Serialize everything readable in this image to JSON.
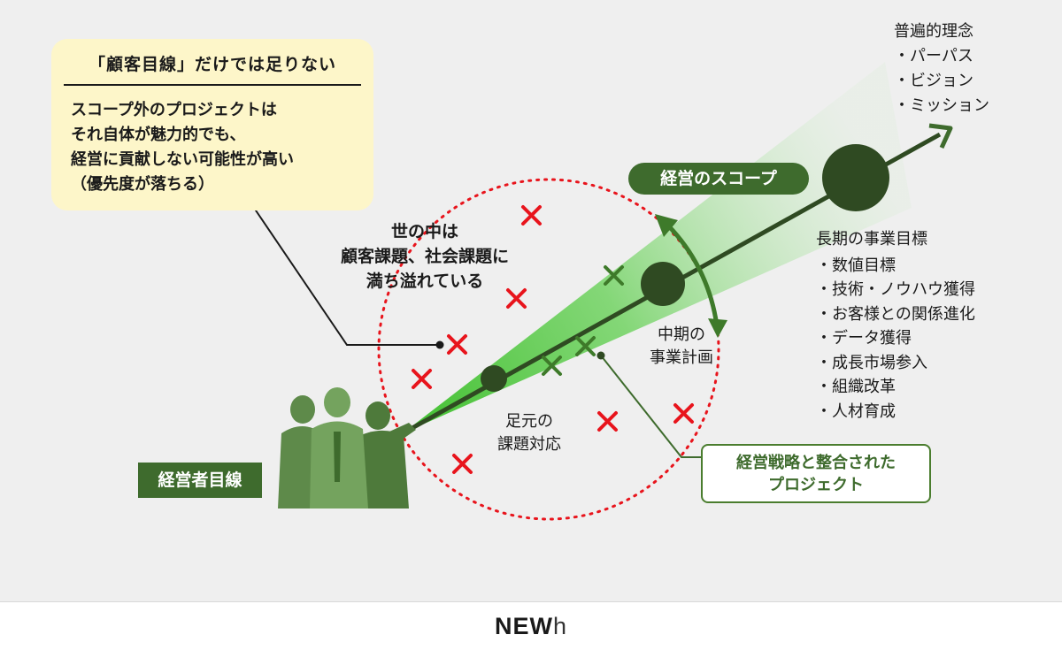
{
  "callout": {
    "title": "「顧客目線」だけでは足りない",
    "lines": [
      "スコープ外のプロジェクトは",
      "それ自体が魅力的でも、",
      "経営に貢献しない可能性が高い",
      "（優先度が落ちる）"
    ]
  },
  "world": {
    "lines": [
      "世の中は",
      "顧客課題、社会課題に",
      "満ち溢れている"
    ]
  },
  "scope_badge": "経営のスコープ",
  "viewpoint_badge": "経営者目線",
  "milestones": {
    "short_term": [
      "足元の",
      "課題対応"
    ],
    "mid_term": [
      "中期の",
      "事業計画"
    ],
    "long_term_title": "長期の事業目標",
    "long_term_items": [
      "・数値目標",
      "・技術・ノウハウ獲得",
      "・お客様との関係進化",
      "・データ獲得",
      "・成長市場参入",
      "・組織改革",
      "・人材育成"
    ]
  },
  "philosophy": {
    "title": "普遍的理念",
    "items": [
      "・パーパス",
      "・ビジョン",
      "・ミッション"
    ]
  },
  "aligned_projects": [
    "経営戦略と整合された",
    "プロジェクト"
  ],
  "footer": {
    "logo_main": "NEW",
    "logo_suffix": "h"
  },
  "colors": {
    "accent_green": "#3e6b2d",
    "dark_green": "#2f4a22",
    "cross_red": "#e8141c",
    "callout_bg": "#fdf6c9"
  },
  "icons": {
    "people": "people-silhouette-icon",
    "arrow": "arrow-up-right-icon",
    "cross_red": "x-red-icon",
    "cross_green": "x-green-icon"
  }
}
